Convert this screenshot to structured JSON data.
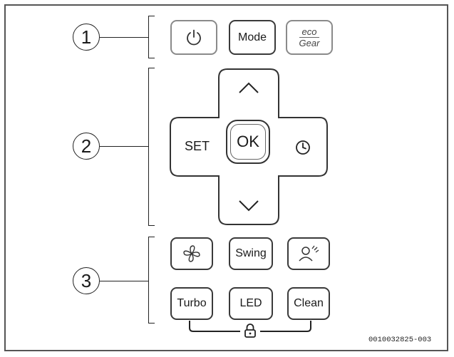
{
  "callouts": [
    "1",
    "2",
    "3"
  ],
  "row1": {
    "power": "power-icon",
    "mode_label": "Mode",
    "eco_top": "eco",
    "eco_bottom": "Gear"
  },
  "dpad": {
    "up": "chevron-up-icon",
    "down": "chevron-down-icon",
    "set_label": "SET",
    "ok_label": "OK",
    "timer": "clock-icon"
  },
  "row3": {
    "fan": "fan-icon",
    "swing_label": "Swing",
    "follow": "person-signal-icon",
    "turbo_label": "Turbo",
    "led_label": "LED",
    "clean_label": "Clean"
  },
  "lock": "lock-icon",
  "reference_code": "0010032825-003"
}
